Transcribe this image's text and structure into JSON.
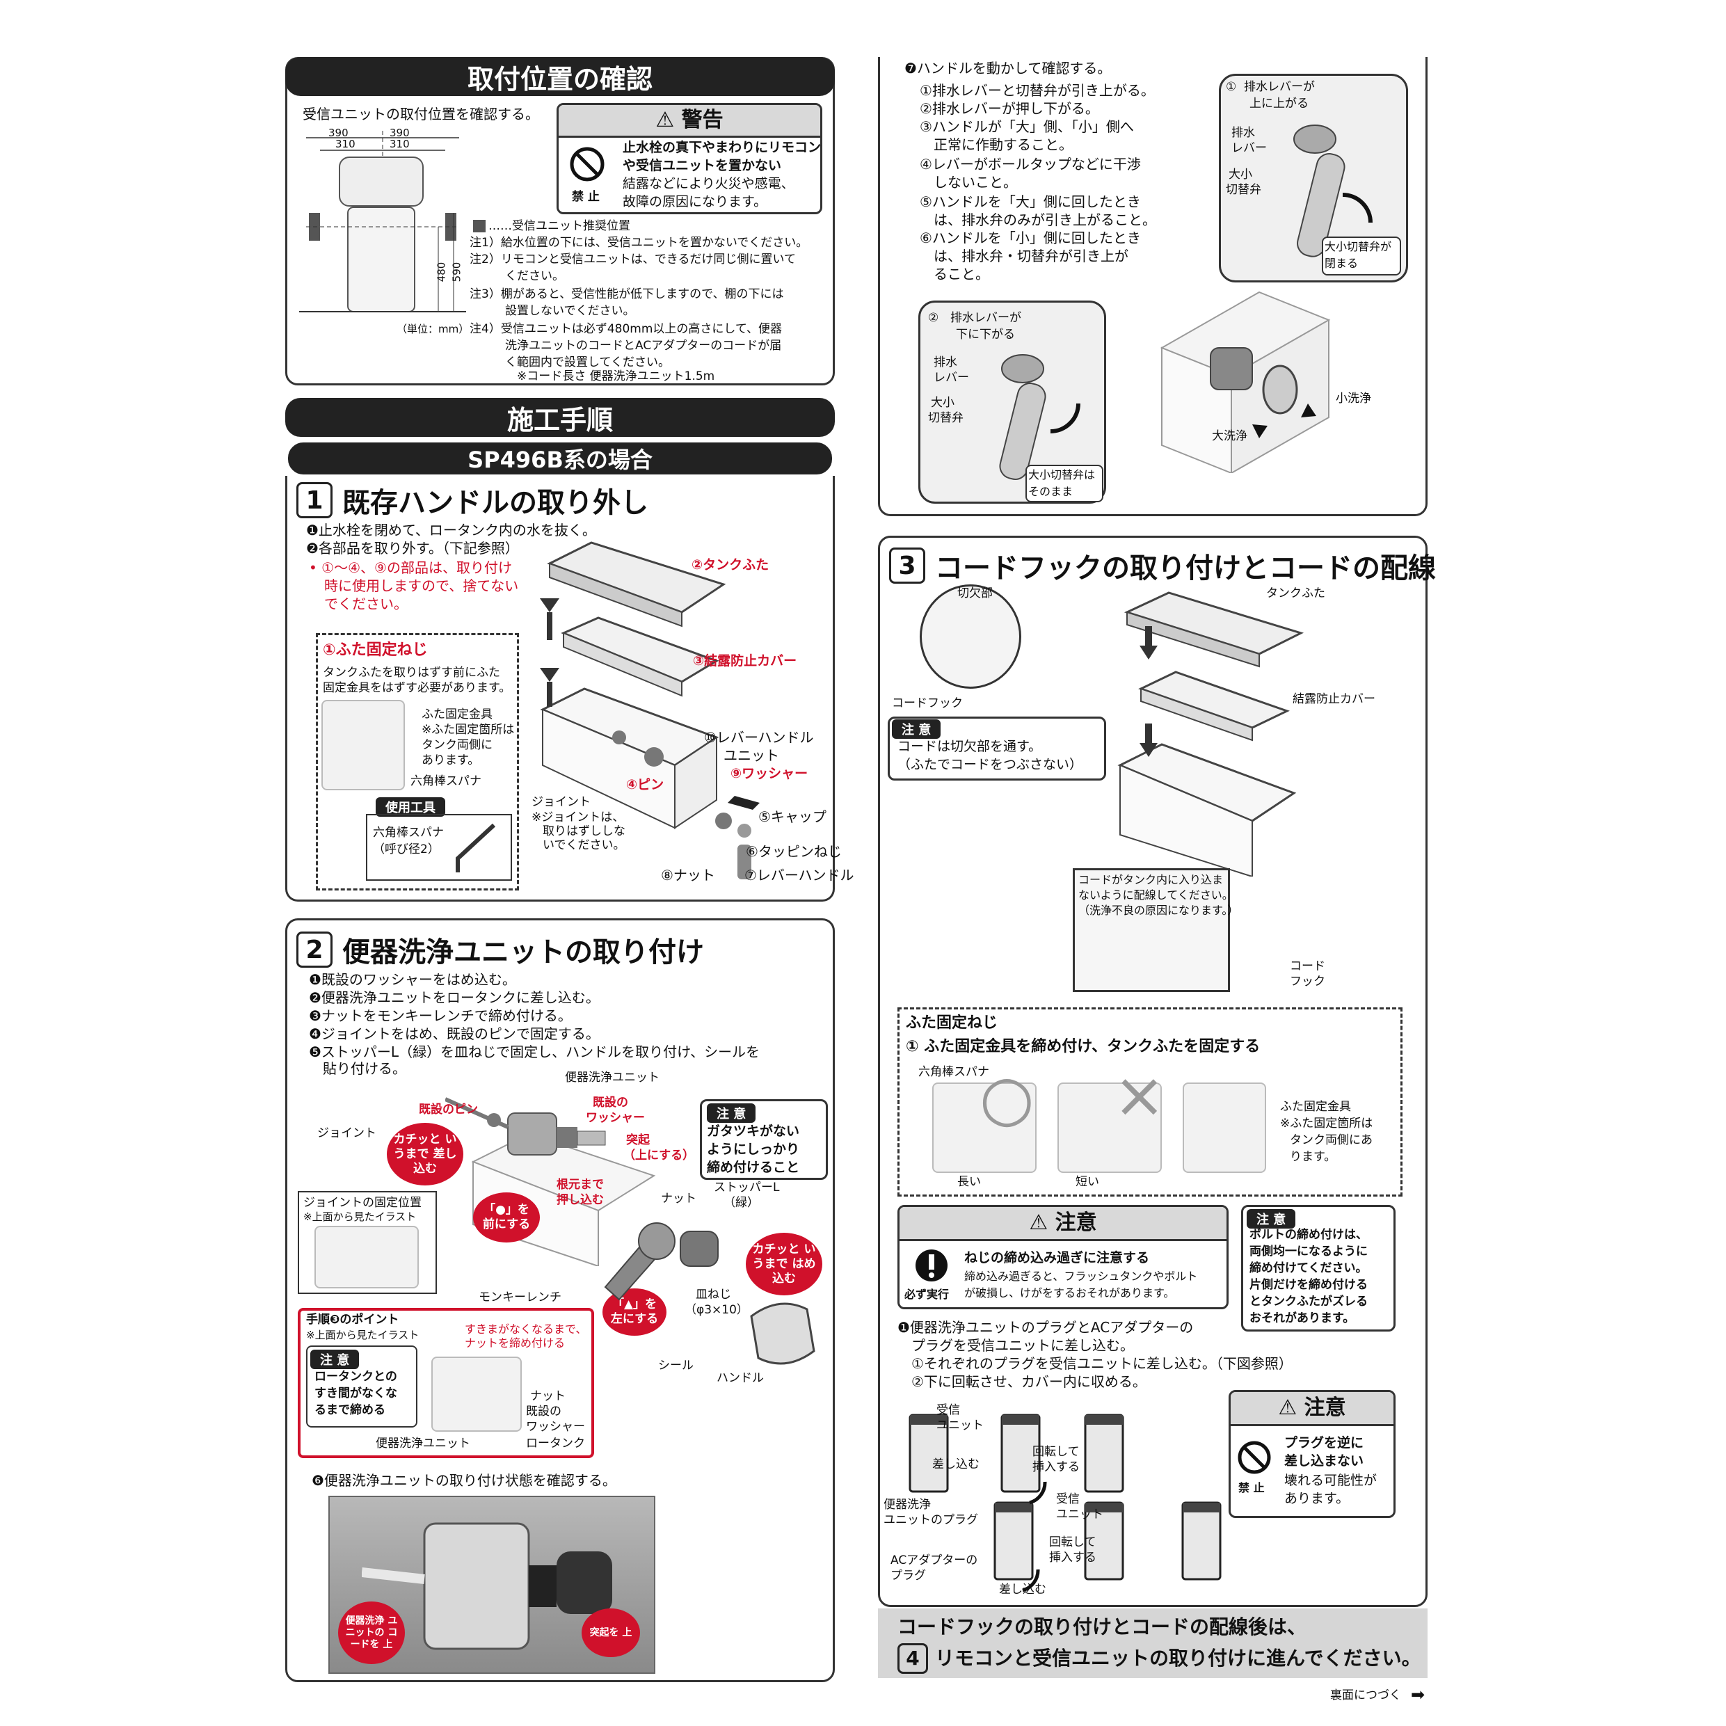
{
  "left": {
    "pos_header": "取付位置の確認",
    "pos_intro": "受信ユニットの取付位置を確認する。",
    "dims": {
      "d390a": "390",
      "d390b": "390",
      "d310a": "310",
      "d310b": "310",
      "d480": "480",
      "d590": "590",
      "unit": "（単位：mm）"
    },
    "warning": {
      "title": "警告",
      "prohibit": "禁 止",
      "lead": "止水栓の真下やまわりにリモコン",
      "lead2": "や受信ユニットを置かない",
      "sub1": "結露などにより火災や感電、",
      "sub2": "故障の原因になります。"
    },
    "legend": "……受信ユニット推奨位置",
    "notes": [
      "注1）給水位置の下には、受信ユニットを置かないでください。",
      "注2）リモコンと受信ユニットは、できるだけ同じ側に置いて",
      "　　　ください。",
      "注3）棚があると、受信性能が低下しますので、棚の下には",
      "　　　設置しないでください。",
      "注4）受信ユニットは必ず480mm以上の高さにして、便器",
      "　　　洗浄ユニットのコードとACアダプターのコードが届",
      "　　　く範囲内で設置してください。",
      "　　　　※コード長さ 便器洗浄ユニット1.5m"
    ],
    "proc_header": "施工手順",
    "sub_header": "SP496B系の場合",
    "s1": {
      "num": "1",
      "title": "既存ハンドルの取り外し",
      "steps": [
        "❶止水栓を閉めて、ロータンク内の水を抜く。",
        "❷各部品を取り外す。（下記参照）"
      ],
      "red_note": [
        "• ①～④、⑨の部品は、取り付け",
        "時に使用しますので、捨てない",
        "でください。"
      ],
      "box_title": "①ふた固定ねじ",
      "box_text": [
        "タンクふたを取りはずす前にふた",
        "固定金具をはずす必要があります。"
      ],
      "box_labels": [
        "ふた固定金具",
        "※ふた固定箇所は",
        "タンク両側に",
        "あります。",
        "六角棒スパナ"
      ],
      "tool_tag": "使用工具",
      "tool_text": [
        "六角棒スパナ",
        "（呼び径2）"
      ],
      "parts": {
        "p2": "②タンクふた",
        "p3": "③結露防止カバー",
        "p10a": "⑩レバーハンドル",
        "p10b": "ユニット",
        "p9": "⑨ワッシャー",
        "p4": "④ピン",
        "j1": "ジョイント",
        "j2": "※ジョイントは、",
        "j3": "取りはずししな",
        "j4": "いでください。",
        "p5": "⑤キャップ",
        "p6": "⑥タッピンねじ",
        "p8": "⑧ナット",
        "p7": "⑦レバーハンドル"
      }
    },
    "s2": {
      "num": "2",
      "title": "便器洗浄ユニットの取り付け",
      "steps": [
        "❶既設のワッシャーをはめ込む。",
        "❷便器洗浄ユニットをロータンクに差し込む。",
        "❸ナットをモンキーレンチで締め付ける。",
        "❹ジョイントをはめ、既設のピンで固定する。",
        "❺ストッパーL（緑）を皿ねじで固定し、ハンドルを取り付け、シールを",
        "　貼り付ける。"
      ],
      "labels": {
        "unit": "便器洗浄ユニット",
        "pin": "既設のピン",
        "washer1": "既設の",
        "washer2": "ワッシャー",
        "joint": "ジョイント",
        "prot1": "突起",
        "prot2": "（上にする）",
        "root1": "根元まで",
        "root2": "押し込む",
        "nut": "ナット",
        "stopper1": "ストッパーL",
        "stopper2": "（緑）",
        "wrench": "モンキーレンチ",
        "screw1": "皿ねじ",
        "screw2": "（φ3×10）",
        "seal": "シール",
        "handle": "ハンドル",
        "jfix": "ジョイントの固定位置",
        "jfix_note": "※上面から見たイラスト"
      },
      "bubbles": {
        "click1": "カチッと いうまで 差し込む",
        "dot": "「●」を 前にする",
        "tri": "「▲」を 左にする",
        "click2": "カチッと いうまで はめ込む"
      },
      "caution": {
        "tag": "注 意",
        "text": [
          "ガタツキがない",
          "ようにしっかり",
          "締め付けること"
        ]
      },
      "point": {
        "title": "手順❸のポイント",
        "note": "※上面から見たイラスト",
        "red": [
          "すきまがなくなるまで、",
          "ナットを締め付ける"
        ],
        "tag": "注 意",
        "ctext": [
          "ロータンクとの",
          "すき間がなくな",
          "るまで締める"
        ],
        "labels": [
          "ナット",
          "既設の",
          "ワッシャー",
          "ロータンク",
          "便器洗浄ユニット"
        ]
      },
      "step6": "❻便器洗浄ユニットの取り付け状態を確認する。",
      "photo_labels": {
        "code": "便器洗浄 ユニットの コードを 上",
        "prot": "突起を 上"
      }
    }
  },
  "right": {
    "s7": {
      "title": "❼ハンドルを動かして確認する。",
      "items": [
        "①排水レバーと切替弁が引き上がる。",
        "②排水レバーが押し下がる。",
        "③ハンドルが「大」側、「小」側へ",
        "　正常に作動すること。",
        "④レバーがボールタップなどに干渉",
        "　しないこと。",
        "⑤ハンドルを「大」側に回したとき",
        "　は、排水弁のみが引き上がること。",
        "⑥ハンドルを「小」側に回したとき",
        "　は、排水弁・切替弁が引き上が",
        "　ること。"
      ],
      "labels": {
        "c1": "①",
        "c1a": "排水レバーが",
        "c1b": "上に上がる",
        "lev1": "排水",
        "lev2": "レバー",
        "sw1": "大小",
        "sw2": "切替弁",
        "closed1": "大小切替弁が",
        "closed2": "閉まる",
        "c2": "②",
        "c2a": "排水レバーが",
        "c2b": "下に下がる",
        "lev3": "排水",
        "lev4": "レバー",
        "sw3": "大小",
        "sw4": "切替弁",
        "keep1": "大小切替弁は",
        "keep2": "そのまま",
        "small": "小洗浄",
        "large": "大洗浄"
      }
    },
    "s3": {
      "num": "3",
      "title": "コードフックの取り付けとコードの配線",
      "labels": {
        "notch": "切欠部",
        "hook": "コードフック",
        "lid": "タンクふた",
        "cover": "結露防止カバー",
        "hook2a": "コード",
        "hook2b": "フック"
      },
      "caution": {
        "tag": "注 意",
        "text": [
          "コードは切欠部を通す。",
          "（ふたでコードをつぶさない）"
        ]
      },
      "wire_note": [
        "コードがタンク内に入り込ま",
        "ないように配線してください。",
        "（洗浄不良の原因になります。）"
      ],
      "lidscrew": {
        "title": "ふた固定ねじ",
        "step": "① ふた固定金具を締め付け、タンクふたを固定する",
        "wrench": "六角棒スパナ",
        "long": "長い",
        "short": "短い",
        "ok": "○",
        "ng": "×",
        "fitting": [
          "ふた固定金具",
          "※ふた固定箇所は",
          "タンク両側にあ",
          "ります。"
        ]
      },
      "caution2": {
        "title": "注意",
        "must": "必ず実行",
        "lead": "ねじの締め込み過ぎに注意する",
        "sub": [
          "締め込み過ぎると、フラッシュタンクやボルト",
          "が破損し、けがをするおそれがあります。"
        ]
      },
      "caution3": {
        "tag": "注 意",
        "text": [
          "ボルトの締め付けは、",
          "両側均一になるように",
          "締め付けてください。",
          "片側だけを締め付ける",
          "とタンクふたがズレる",
          "おそれがあります。"
        ]
      },
      "plug_steps": [
        "❶便器洗浄ユニットのプラグとACアダプターの",
        "　プラグを受信ユニットに差し込む。",
        "　①それぞれのプラグを受信ユニットに差し込む。（下図参照）",
        "　②下に回転させ、カバー内に収める。"
      ],
      "plug_labels": {
        "recv1": "受信",
        "recv2": "ユニット",
        "insert1": "差し込む",
        "rot1": "回転して",
        "ins1": "挿入する",
        "plugA1": "便器洗浄",
        "plugA2": "ユニットのプラグ",
        "recv3": "受信",
        "recv4": "ユニット",
        "rot2": "回転して",
        "ins2": "挿入する",
        "acA": "ACアダプターの",
        "acB": "プラグ",
        "insert2": "差し込む"
      },
      "caution4": {
        "title": "注意",
        "prohibit": "禁 止",
        "lead": [
          "プラグを逆に",
          "差し込まない"
        ],
        "sub": [
          "壊れる可能性が",
          "あります。"
        ]
      }
    },
    "footer_band": [
      "コードフックの取り付けとコードの配線後は、",
      "リモコンと受信ユニットの取り付けに進んでください。"
    ],
    "footer_num": "4",
    "continue": "裏面につづく"
  },
  "colors": {
    "red": "#d0112b",
    "dark": "#222222"
  }
}
